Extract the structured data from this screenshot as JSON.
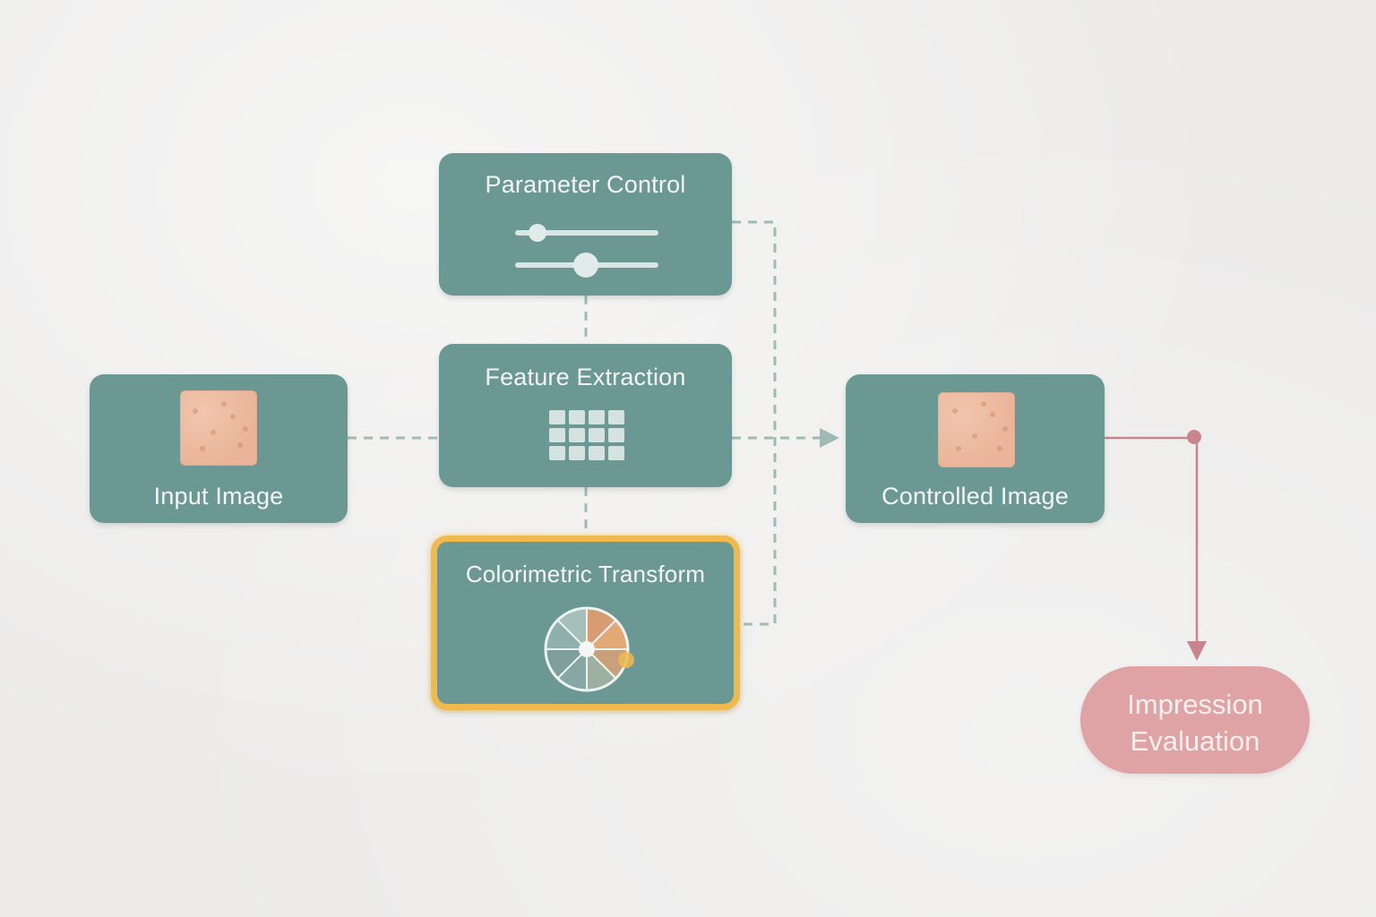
{
  "nodes": {
    "parameter_control": {
      "title": "Parameter Control"
    },
    "feature_extraction": {
      "title": "Feature Extraction"
    },
    "input_image": {
      "title": "Input Image"
    },
    "controlled_image": {
      "title": "Controlled Image"
    },
    "colorimetric_transform": {
      "title": "Colorimetric Transform"
    },
    "impression_evaluation": {
      "title_line1": "Impression",
      "title_line2": "Evaluation"
    }
  },
  "icons": {
    "parameter_control": "slider-icon",
    "feature_extraction": "grid-icon",
    "input_image": "skin-swatch-icon",
    "controlled_image": "skin-swatch-icon",
    "colorimetric_transform": "color-wheel-icon"
  },
  "colors": {
    "node_fill": "#6b9893",
    "connector_dashed": "#9fbab6",
    "connector_output": "#c9848e",
    "highlight_border": "#f0b94d",
    "terminal_fill": "#dfa3a6",
    "skin_swatch": "#edbda3"
  }
}
